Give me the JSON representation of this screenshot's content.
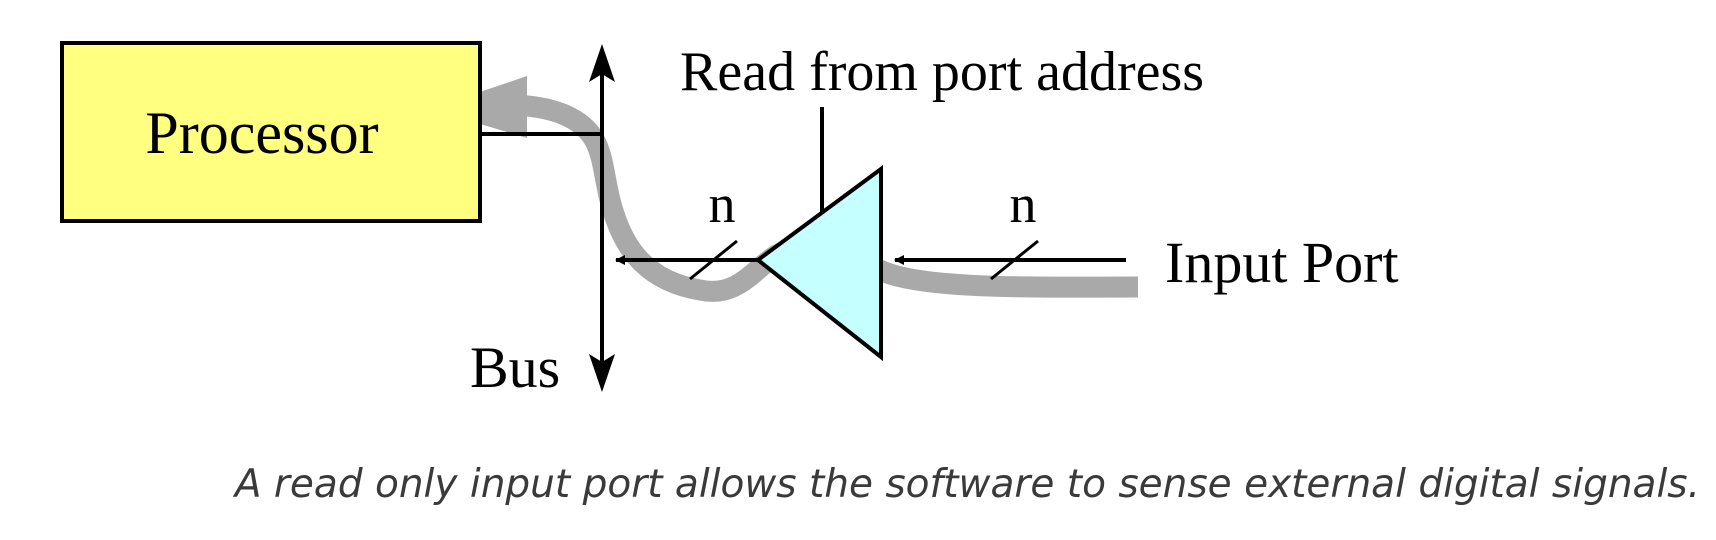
{
  "diagram": {
    "processor_label": "Processor",
    "bus_label": "Bus",
    "control_label": "Read from port address",
    "input_port_label": "Input Port",
    "bus_width_left": "n",
    "bus_width_right": "n"
  },
  "caption": "A read only input port allows the software to sense external digital signals.",
  "colors": {
    "processor_fill": "#ffff80",
    "buffer_fill": "#c6ffff",
    "data_flow": "#a9a9a9",
    "lines": "#000000",
    "caption_text": "#3a3a3a"
  },
  "icons": {
    "buffer": "tristate-buffer-triangle",
    "data_flow": "curved-flow-arrow"
  }
}
